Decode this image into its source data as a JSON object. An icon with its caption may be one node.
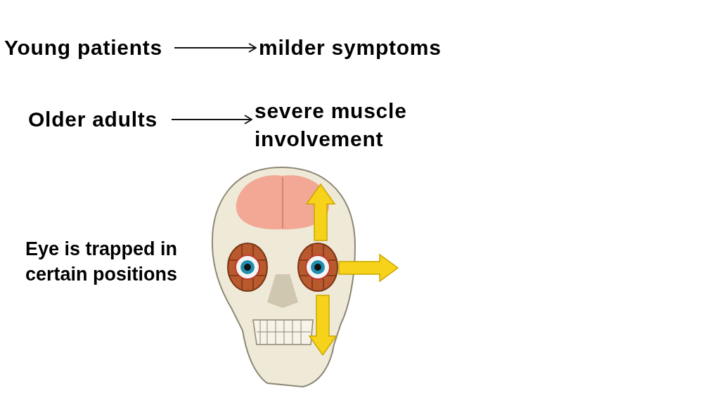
{
  "diagram": {
    "nodes": [
      {
        "text": [
          "Young patients"
        ]
      },
      {
        "text": [
          "milder symptoms"
        ]
      },
      {
        "text": [
          "Older adults"
        ]
      },
      {
        "text": [
          "severe muscle involvement"
        ]
      }
    ],
    "edges": [
      {
        "from": 0,
        "to": 1,
        "arrow": "to"
      },
      {
        "from": 2,
        "to": 3,
        "arrow": "to"
      }
    ],
    "labels": [
      "Eye is trapped in certain positions"
    ]
  }
}
